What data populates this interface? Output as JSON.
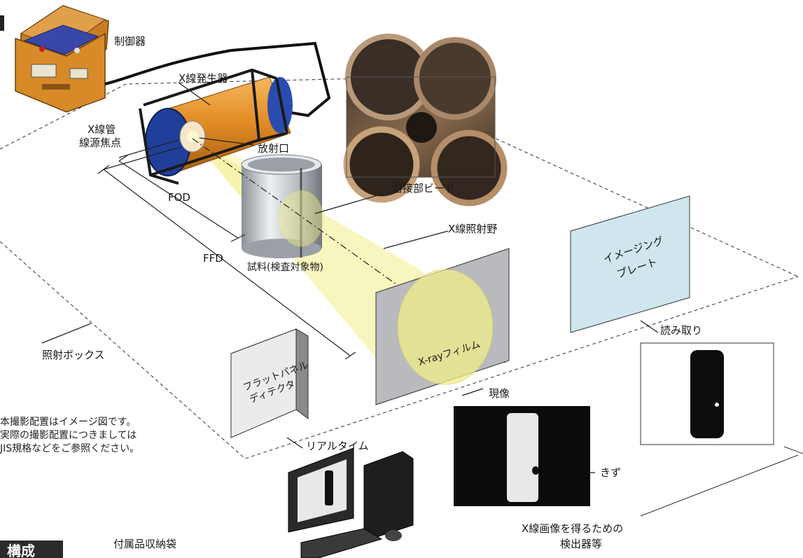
{
  "labels": {
    "controller": "制御器",
    "xray_generator": "X線発生器",
    "xray_tube": "X線管",
    "focal_spot": "線源焦点",
    "port": "放射口",
    "weld_bead": "溶接部ビード",
    "fod": "FOD",
    "ffd": "FFD",
    "specimen": "試料(検査対象物)",
    "field": "X線照射野",
    "imaging_plate_line1": "イメージング",
    "imaging_plate_line2": "プレート",
    "readout": "読み取り",
    "box": "照射ボックス",
    "flat_panel_line1": "フラットパネル",
    "flat_panel_line2": "ディテクタ",
    "film": "X-rayフィルム",
    "develop": "現像",
    "realtime": "リアルタイム",
    "flaw": "きず",
    "detectors_line1": "X線画像を得るための",
    "detectors_line2": "検出器等",
    "bag": "付属品収納袋"
  },
  "note": [
    "本撮影配置はイメージ図です。",
    "実際の撮影配置につきましては",
    "JIS規格などをご参照ください。"
  ],
  "section_tab": "構成",
  "colors": {
    "case_orange": "#d98a2a",
    "generator_orange": "#e8962a",
    "generator_blue": "#1f3f9a",
    "beam_yellow": "#f2ee8a",
    "film_gray": "#b8b8bc",
    "plate_blue": "#cfe6ee",
    "pipe_silver": "#c8cdd2"
  }
}
